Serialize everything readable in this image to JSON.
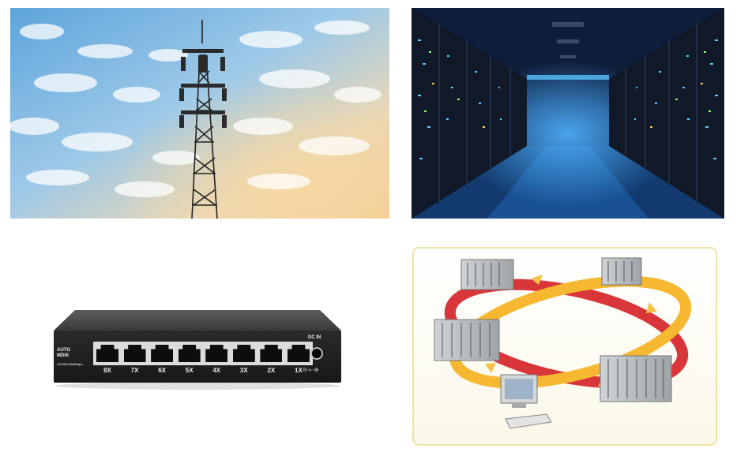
{
  "images": [
    {
      "icon": "cell-tower-photo"
    },
    {
      "icon": "data-center-photo"
    },
    {
      "icon": "network-switch-photo"
    },
    {
      "icon": "ring-network-diagram"
    }
  ],
  "switch": {
    "dc_label": "DC IN",
    "auto_label": "AUTO",
    "mdix_label": "MDIX",
    "speed_label": "10/100/1000Mbps",
    "port_labels": [
      "8X",
      "7X",
      "6X",
      "5X",
      "4X",
      "3X",
      "2X",
      "1X"
    ]
  }
}
